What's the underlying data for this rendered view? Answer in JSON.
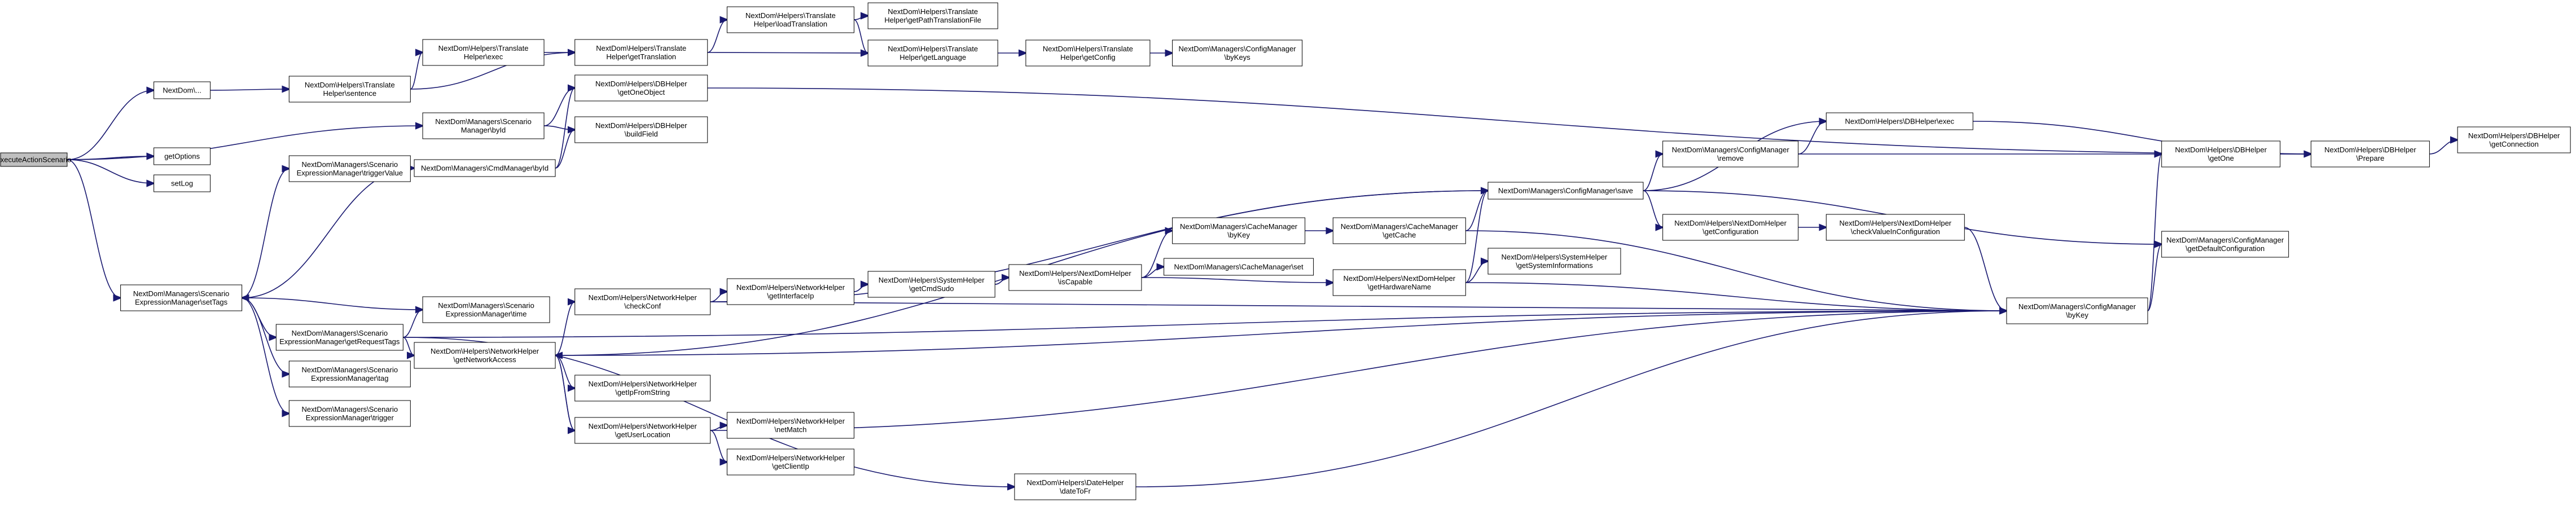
{
  "graph": {
    "root": "executeActionScenario",
    "nodes": [
      {
        "id": "root",
        "lines": [
          "executeActionScenario"
        ],
        "root": true
      },
      {
        "id": "nextdom_dots",
        "lines": [
          "NextDom\\..."
        ]
      },
      {
        "id": "getOptions",
        "lines": [
          "getOptions"
        ]
      },
      {
        "id": "setLog",
        "lines": [
          "setLog"
        ]
      },
      {
        "id": "sem_setTags",
        "lines": [
          "NextDom\\Managers\\Scenario",
          "ExpressionManager\\setTags"
        ]
      },
      {
        "id": "th_sentence",
        "lines": [
          "NextDom\\Helpers\\Translate",
          "Helper\\sentence"
        ]
      },
      {
        "id": "th_exec",
        "lines": [
          "NextDom\\Helpers\\Translate",
          "Helper\\exec"
        ]
      },
      {
        "id": "th_getTranslation",
        "lines": [
          "NextDom\\Helpers\\Translate",
          "Helper\\getTranslation"
        ]
      },
      {
        "id": "th_loadTranslation",
        "lines": [
          "NextDom\\Helpers\\Translate",
          "Helper\\loadTranslation"
        ]
      },
      {
        "id": "th_getPath",
        "lines": [
          "NextDom\\Helpers\\Translate",
          "Helper\\getPathTranslationFile"
        ]
      },
      {
        "id": "th_getLanguage",
        "lines": [
          "NextDom\\Helpers\\Translate",
          "Helper\\getLanguage"
        ]
      },
      {
        "id": "th_getConfig",
        "lines": [
          "NextDom\\Helpers\\Translate",
          "Helper\\getConfig"
        ]
      },
      {
        "id": "cm_byKeys",
        "lines": [
          "NextDom\\Managers\\ConfigManager",
          "\\byKeys"
        ]
      },
      {
        "id": "sm_byId",
        "lines": [
          "NextDom\\Managers\\Scenario",
          "Manager\\byId"
        ]
      },
      {
        "id": "db_getOneObject",
        "lines": [
          "NextDom\\Helpers\\DBHelper",
          "\\getOneObject"
        ]
      },
      {
        "id": "db_buildField",
        "lines": [
          "NextDom\\Helpers\\DBHelper",
          "\\buildField"
        ]
      },
      {
        "id": "sem_triggerValue",
        "lines": [
          "NextDom\\Managers\\Scenario",
          "ExpressionManager\\triggerValue"
        ]
      },
      {
        "id": "cmd_byId",
        "lines": [
          "NextDom\\Managers\\CmdManager\\byId"
        ]
      },
      {
        "id": "cm_save",
        "lines": [
          "NextDom\\Managers\\ConfigManager\\save"
        ]
      },
      {
        "id": "db_exec",
        "lines": [
          "NextDom\\Helpers\\DBHelper\\exec"
        ]
      },
      {
        "id": "cm_remove",
        "lines": [
          "NextDom\\Managers\\ConfigManager",
          "\\remove"
        ]
      },
      {
        "id": "db_getOne",
        "lines": [
          "NextDom\\Helpers\\DBHelper",
          "\\getOne"
        ]
      },
      {
        "id": "db_Prepare",
        "lines": [
          "NextDom\\Helpers\\DBHelper",
          "\\Prepare"
        ]
      },
      {
        "id": "db_getConnection",
        "lines": [
          "NextDom\\Helpers\\DBHelper",
          "\\getConnection"
        ]
      },
      {
        "id": "sem_getRequestTags",
        "lines": [
          "NextDom\\Managers\\Scenario",
          "ExpressionManager\\getRequestTags"
        ]
      },
      {
        "id": "sem_time",
        "lines": [
          "NextDom\\Managers\\Scenario",
          "ExpressionManager\\time"
        ]
      },
      {
        "id": "sem_tag",
        "lines": [
          "NextDom\\Managers\\Scenario",
          "ExpressionManager\\tag"
        ]
      },
      {
        "id": "sem_trigger",
        "lines": [
          "NextDom\\Managers\\Scenario",
          "ExpressionManager\\trigger"
        ]
      },
      {
        "id": "nh_checkConf",
        "lines": [
          "NextDom\\Helpers\\NetworkHelper",
          "\\checkConf"
        ]
      },
      {
        "id": "nh_getInterfaceIp",
        "lines": [
          "NextDom\\Helpers\\NetworkHelper",
          "\\getInterfaceIp"
        ]
      },
      {
        "id": "sh_getCmdSudo",
        "lines": [
          "NextDom\\Helpers\\SystemHelper",
          "\\getCmdSudo"
        ]
      },
      {
        "id": "ndh_isCapable",
        "lines": [
          "NextDom\\Helpers\\NextDomHelper",
          "\\isCapable"
        ]
      },
      {
        "id": "cam_byKey",
        "lines": [
          "NextDom\\Managers\\CacheManager",
          "\\byKey"
        ]
      },
      {
        "id": "cam_getCache",
        "lines": [
          "NextDom\\Managers\\CacheManager",
          "\\getCache"
        ]
      },
      {
        "id": "cam_set",
        "lines": [
          "NextDom\\Managers\\CacheManager\\set"
        ]
      },
      {
        "id": "ndh_getConfiguration",
        "lines": [
          "NextDom\\Helpers\\NextDomHelper",
          "\\getConfiguration"
        ]
      },
      {
        "id": "ndh_checkValue",
        "lines": [
          "NextDom\\Helpers\\NextDomHelper",
          "\\checkValueInConfiguration"
        ]
      },
      {
        "id": "cm_getDefault",
        "lines": [
          "NextDom\\Managers\\ConfigManager",
          "\\getDefaultConfiguration"
        ]
      },
      {
        "id": "ndh_getHardwareName",
        "lines": [
          "NextDom\\Helpers\\NextDomHelper",
          "\\getHardwareName"
        ]
      },
      {
        "id": "sh_getSystemInfo",
        "lines": [
          "NextDom\\Helpers\\SystemHelper",
          "\\getSystemInformations"
        ]
      },
      {
        "id": "cm_byKey",
        "lines": [
          "NextDom\\Managers\\ConfigManager",
          "\\byKey"
        ]
      },
      {
        "id": "nh_getNetworkAccess",
        "lines": [
          "NextDom\\Helpers\\NetworkHelper",
          "\\getNetworkAccess"
        ]
      },
      {
        "id": "nh_getIpFromString",
        "lines": [
          "NextDom\\Helpers\\NetworkHelper",
          "\\getIpFromString"
        ]
      },
      {
        "id": "nh_getUserLocation",
        "lines": [
          "NextDom\\Helpers\\NetworkHelper",
          "\\getUserLocation"
        ]
      },
      {
        "id": "nh_netMatch",
        "lines": [
          "NextDom\\Helpers\\NetworkHelper",
          "\\netMatch"
        ]
      },
      {
        "id": "nh_getClientIp",
        "lines": [
          "NextDom\\Helpers\\NetworkHelper",
          "\\getClientIp"
        ]
      },
      {
        "id": "dh_dateToFr",
        "lines": [
          "NextDom\\Helpers\\DateHelper",
          "\\dateToFr"
        ]
      }
    ]
  }
}
